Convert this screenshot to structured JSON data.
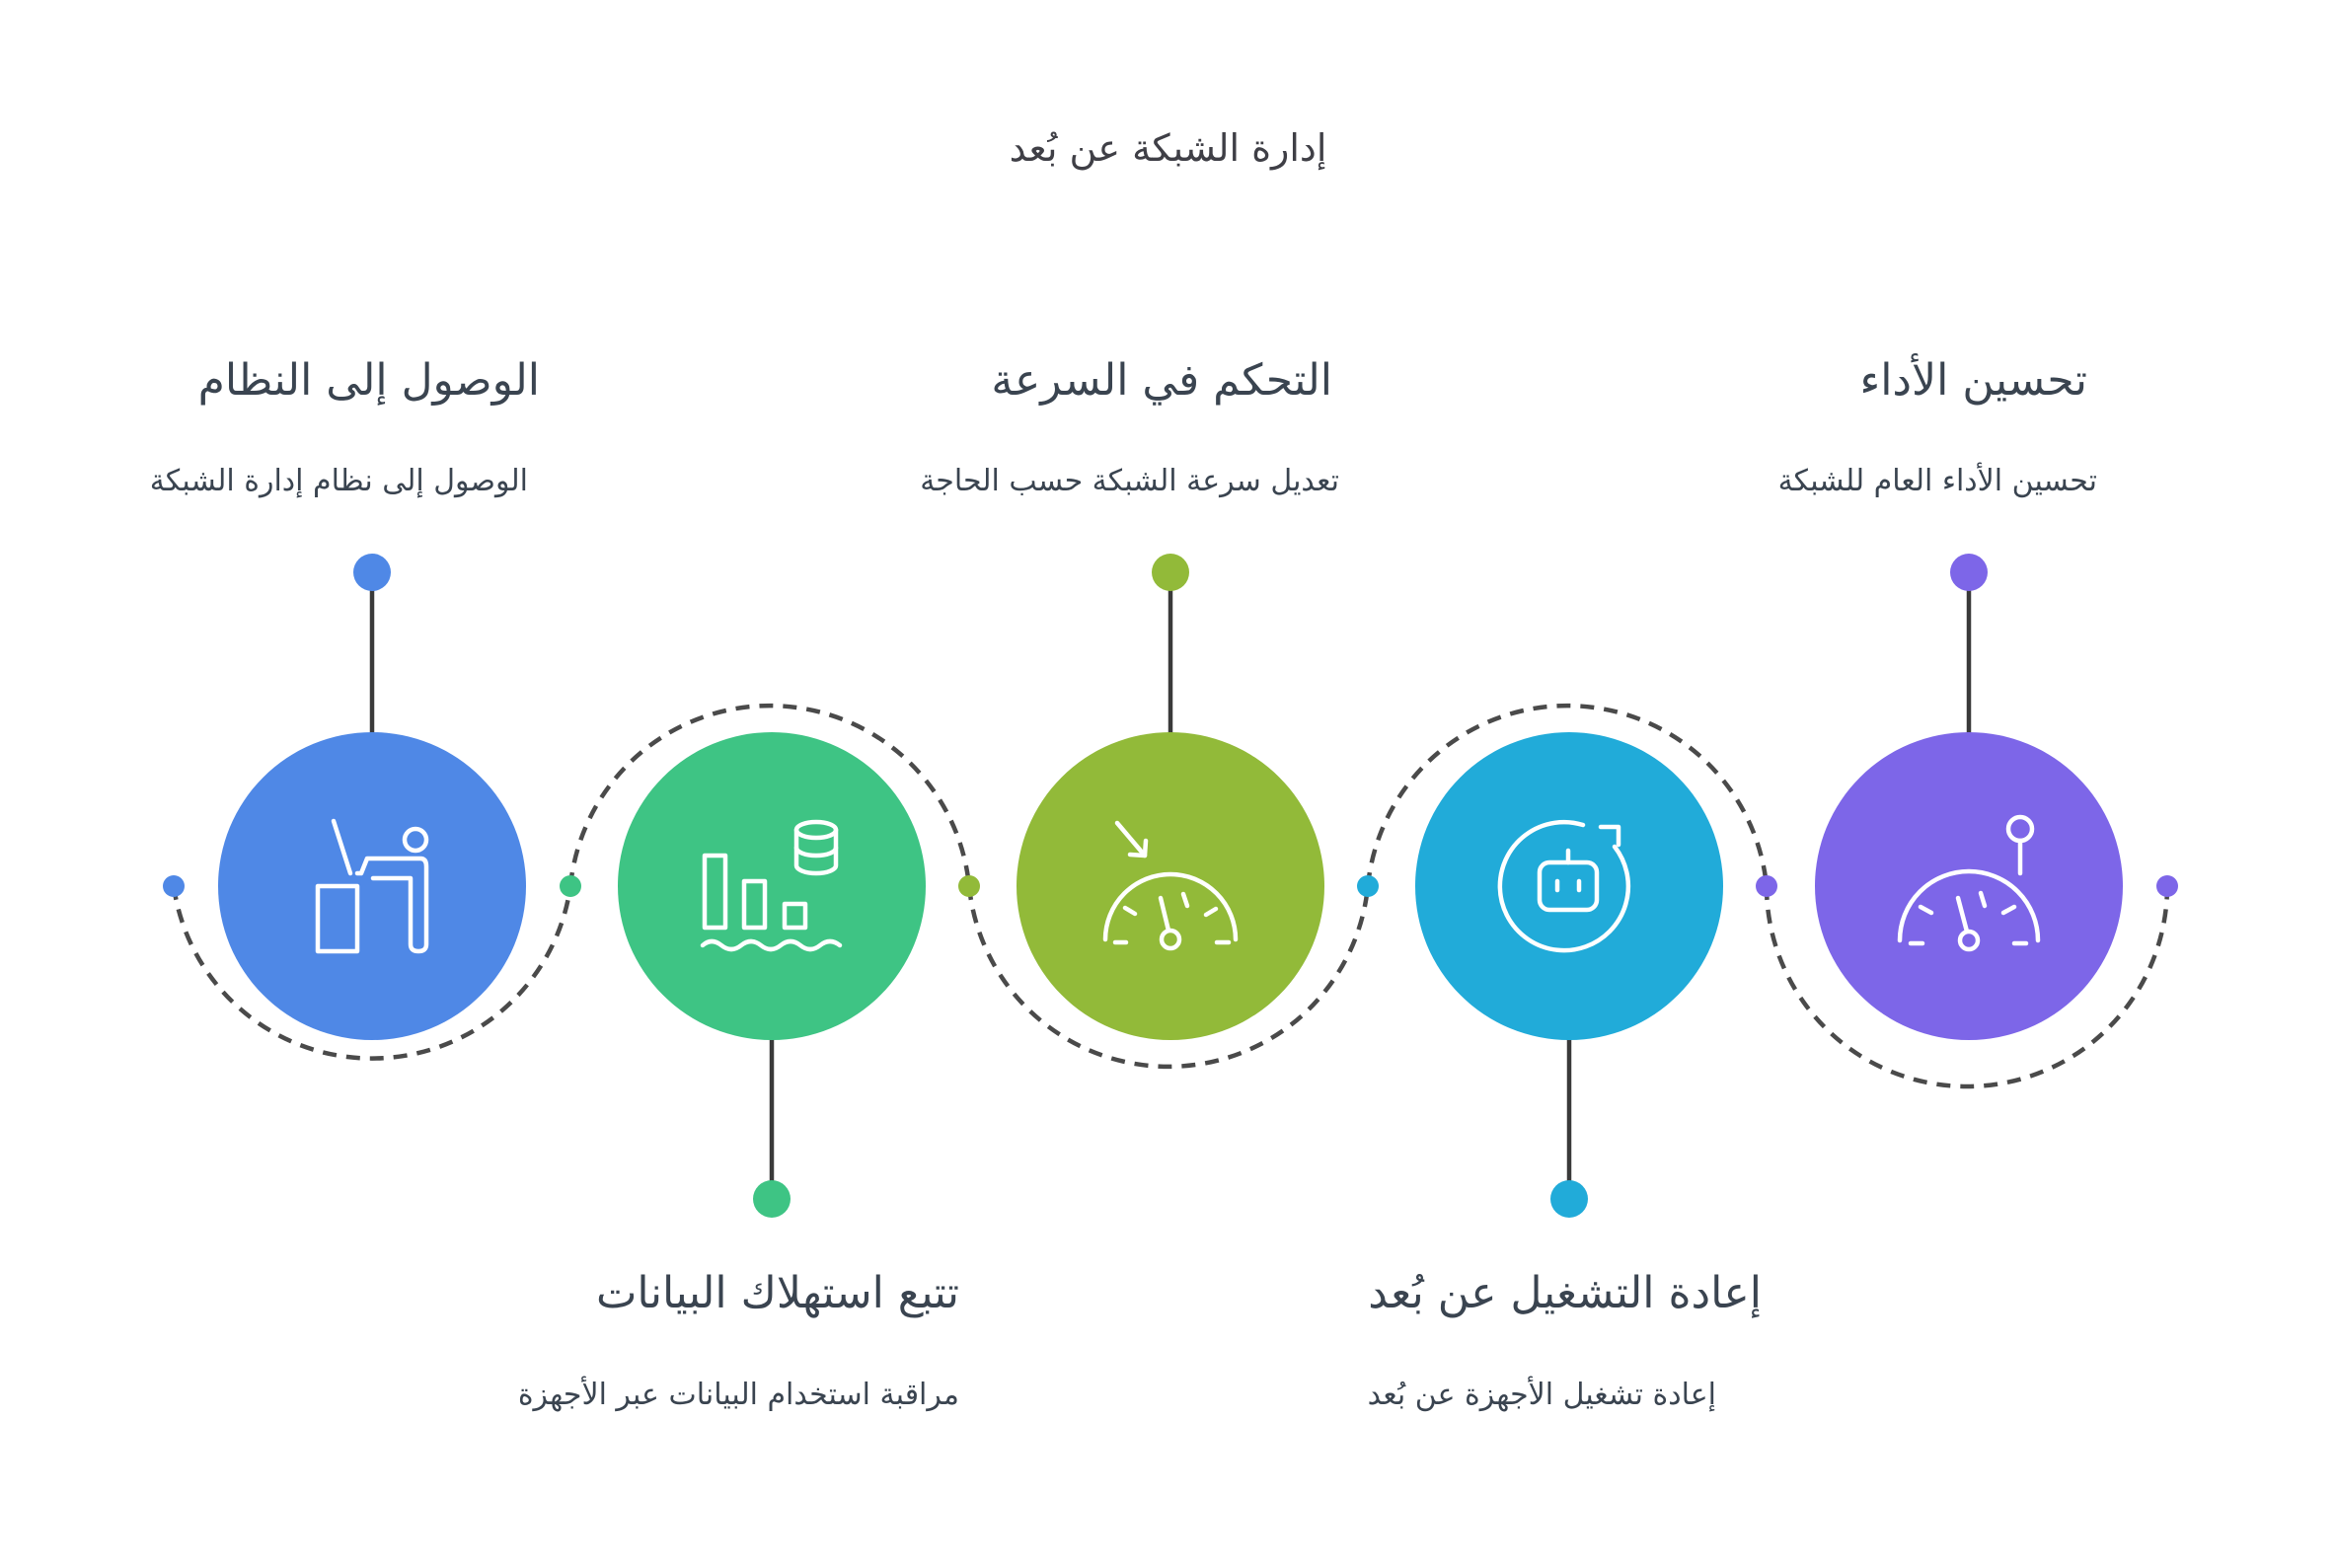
{
  "title": "إدارة الشبكة عن بُعد",
  "steps": [
    {
      "title": "الوصول إلى النظام",
      "description": "الوصول إلى نظام إدارة الشبكة",
      "color": "#4f88e6",
      "icon": "person-at-desk-icon",
      "label_position": "top"
    },
    {
      "title": "تتبع استهلاك البيانات",
      "description": "مراقبة استخدام البيانات عبر الأجهزة",
      "color": "#3ec484",
      "icon": "data-usage-chart-icon",
      "label_position": "bottom"
    },
    {
      "title": "التحكم في السرعة",
      "description": "تعديل سرعة الشبكة حسب الحاجة",
      "color": "#92ba39",
      "icon": "speed-down-gauge-icon",
      "label_position": "top"
    },
    {
      "title": "إعادة التشغيل عن بُعد",
      "description": "إعادة تشغيل الأجهزة عن بُعد",
      "color": "#21abd9",
      "icon": "robot-restart-icon",
      "label_position": "bottom"
    },
    {
      "title": "تحسين الأداء",
      "description": "تحسين الأداء العام للشبكة",
      "color": "#7d66e8",
      "icon": "performance-gauge-icon",
      "label_position": "top"
    }
  ]
}
